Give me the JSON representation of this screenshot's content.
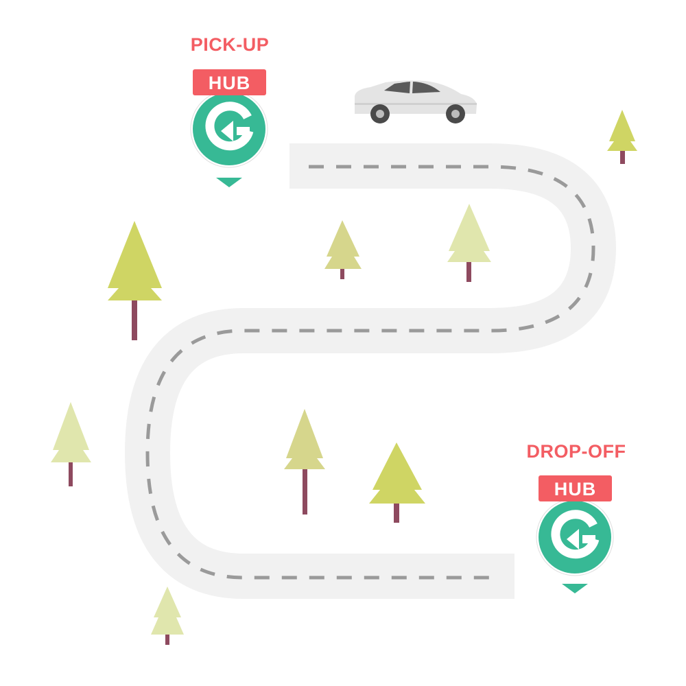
{
  "colors": {
    "accent_red": "#f35d63",
    "hub_green": "#37b995",
    "road": "#f1f1f1",
    "lane_dash": "#9a9a9a",
    "tree_trunk": "#8e4a5f",
    "tree_dark": "#cfd564",
    "tree_mid": "#d6d68c",
    "tree_light": "#e0e6ad",
    "car_body": "#e4e4e4"
  },
  "pickup": {
    "title": "PICK-UP",
    "tag": "HUB",
    "icon": "g-arrow-logo-icon"
  },
  "dropoff": {
    "title": "DROP-OFF",
    "tag": "HUB",
    "icon": "g-arrow-logo-icon"
  },
  "vehicle": {
    "icon": "car-icon"
  },
  "decor": {
    "icon": "pine-tree-icon"
  }
}
